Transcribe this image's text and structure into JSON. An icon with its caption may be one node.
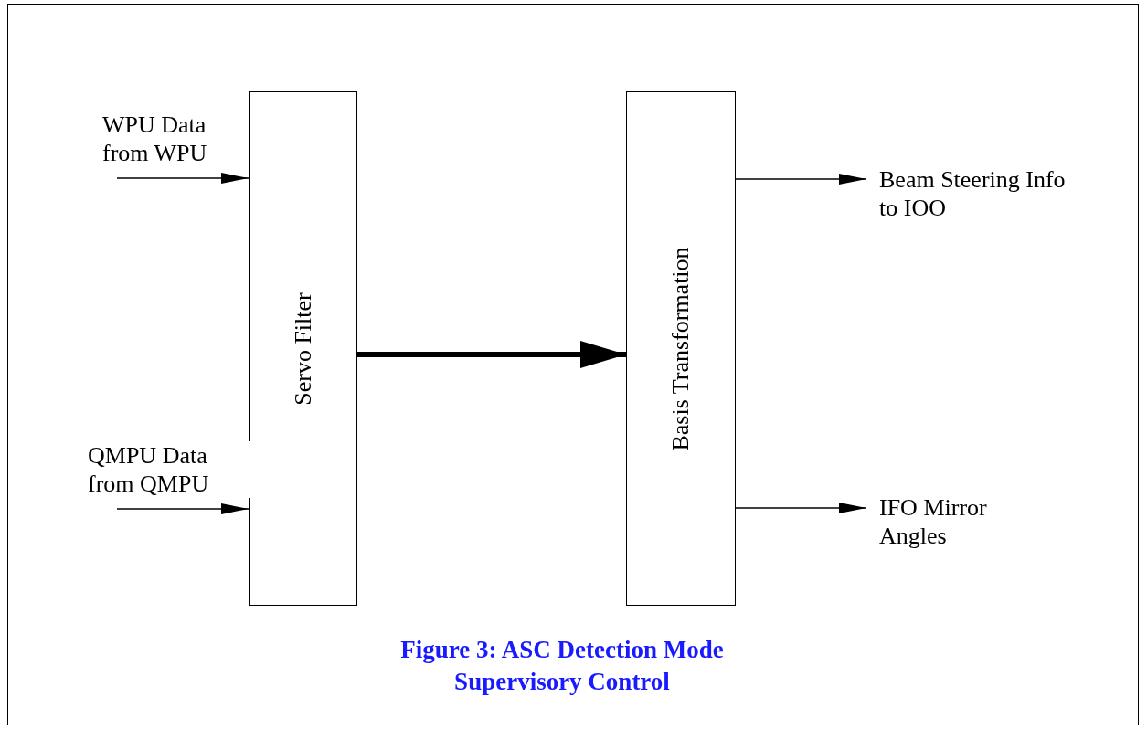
{
  "diagram": {
    "caption": "Figure 3: ASC Detection Mode Supervisory Control",
    "nodes": [
      {
        "text": [
          "Servo Filter"
        ]
      },
      {
        "text": [
          "Basis Transformation"
        ]
      },
      {
        "text": [
          "Beam Steering Info to IOO"
        ]
      },
      {
        "text": [
          "IFO Mirror Angles"
        ]
      }
    ],
    "edges": [
      {
        "from": null,
        "to": 0,
        "arrow": "to",
        "label": "WPU Data from WPU"
      },
      {
        "from": null,
        "to": 0,
        "arrow": "to",
        "label": "QMPU Data from QMPU"
      },
      {
        "from": 0,
        "to": 1,
        "arrow": "to",
        "style": "thick"
      },
      {
        "from": 1,
        "to": 2,
        "arrow": "to"
      },
      {
        "from": 1,
        "to": 3,
        "arrow": "to"
      }
    ]
  }
}
